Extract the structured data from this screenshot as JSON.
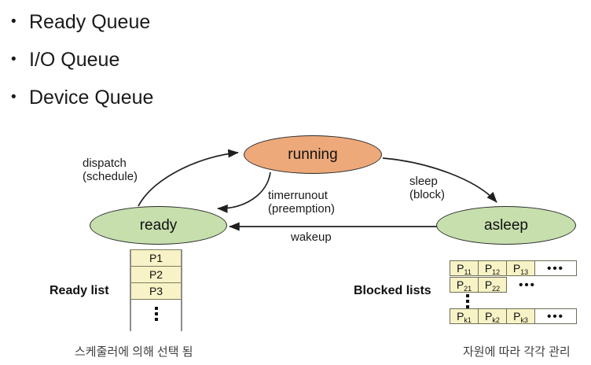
{
  "bullets": [
    {
      "label": "Ready Queue"
    },
    {
      "label": "I/O Queue"
    },
    {
      "label": "Device Queue"
    }
  ],
  "diagram": {
    "nodes": {
      "running": {
        "label": "running",
        "color": "#EDA97A"
      },
      "ready": {
        "label": "ready",
        "color": "#C6DFAD"
      },
      "asleep": {
        "label": "asleep",
        "color": "#C6DFAD"
      }
    },
    "edges": {
      "dispatch": {
        "line1": "dispatch",
        "line2": "(schedule)",
        "from": "ready",
        "to": "running"
      },
      "timerrunout": {
        "line1": "timerrunout",
        "line2": "(preemption)",
        "from": "running",
        "to": "ready"
      },
      "sleep": {
        "line1": "sleep",
        "line2": "(block)",
        "from": "running",
        "to": "asleep"
      },
      "wakeup": {
        "line1": "wakeup",
        "from": "asleep",
        "to": "ready"
      }
    }
  },
  "ready_list": {
    "label": "Ready list",
    "items": [
      "P1",
      "P2",
      "P3"
    ],
    "ellipsis": "vertical-dots",
    "cell_color": "#F8F3C6"
  },
  "blocked_lists": {
    "label": "Blocked lists",
    "rows": [
      {
        "cells": [
          {
            "base": "P",
            "sub": "11"
          },
          {
            "base": "P",
            "sub": "12"
          },
          {
            "base": "P",
            "sub": "13"
          }
        ],
        "more": "•••"
      },
      {
        "cells": [
          {
            "base": "P",
            "sub": "21"
          },
          {
            "base": "P",
            "sub": "22"
          }
        ],
        "more": "•••"
      },
      {
        "cells": [
          {
            "base": "P",
            "sub": "k1"
          },
          {
            "base": "P",
            "sub": "k2"
          },
          {
            "base": "P",
            "sub": "k3"
          }
        ],
        "more": "•••"
      }
    ],
    "ellipsis": "vertical-dots",
    "cell_color": "#F8F3C6"
  },
  "captions": {
    "left": "스케줄러에 의해 선택 됨",
    "right": "자원에 따라 각각 관리"
  }
}
